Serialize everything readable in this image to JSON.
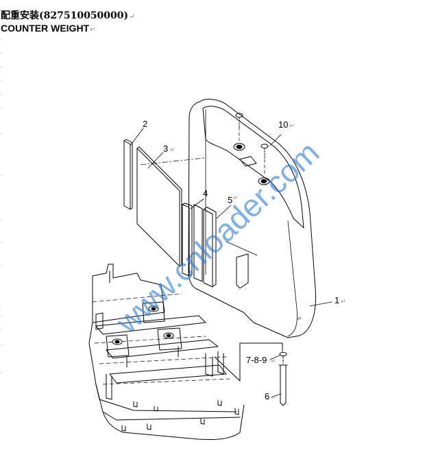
{
  "header": {
    "title_cn": "配重安装(827510050000)",
    "title_en": "COUNTER WEIGHT"
  },
  "paragraph_mark": "↵",
  "callouts": {
    "c1": "1",
    "c2": "2",
    "c3": "3",
    "c4": "4",
    "c5": "5",
    "c6": "6",
    "c789": "7-8-9",
    "c10": "10"
  },
  "watermark": "www.cnloader.com",
  "colors": {
    "line": "#000000",
    "watermark": "#2f7fd8"
  }
}
